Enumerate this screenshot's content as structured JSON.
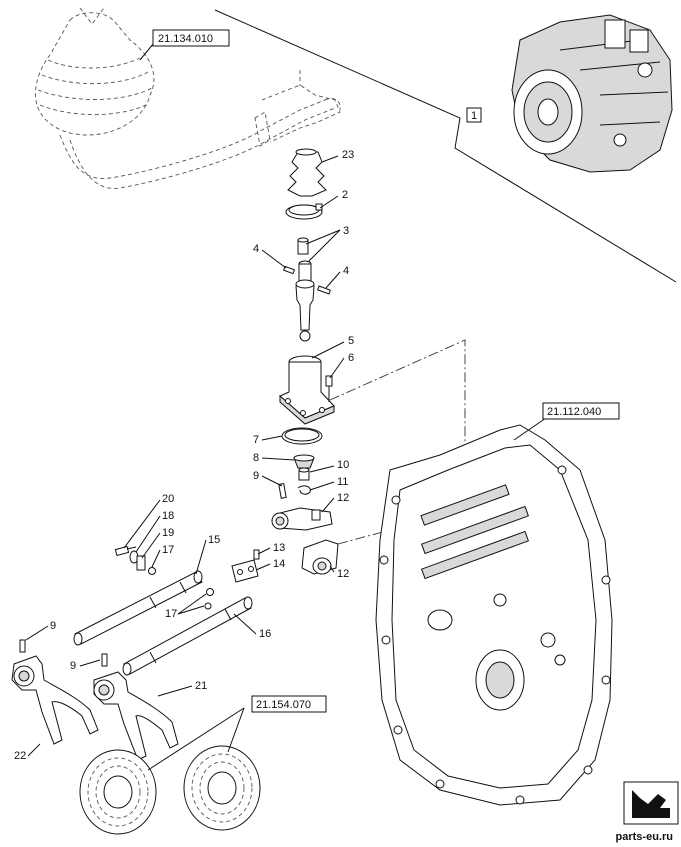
{
  "diagram": {
    "references": {
      "upper_boot": "21.134.010",
      "housing": "21.112.040",
      "bearings": "21.154.070",
      "overview": "1"
    },
    "callouts": {
      "c23": "23",
      "c2": "2",
      "c3": "3",
      "c4a": "4",
      "c4b": "4",
      "c5": "5",
      "c6": "6",
      "c7": "7",
      "c8": "8",
      "c10": "10",
      "c9a": "9",
      "c11": "11",
      "c12a": "12",
      "c20": "20",
      "c18": "18",
      "c19": "19",
      "c17a": "17",
      "c15": "15",
      "c13": "13",
      "c14": "14",
      "c12b": "12",
      "c17b": "17",
      "c16": "16",
      "c9b": "9",
      "c9c": "9",
      "c21": "21",
      "c22": "22"
    }
  },
  "footer": {
    "site": "parts-eu.ru"
  }
}
